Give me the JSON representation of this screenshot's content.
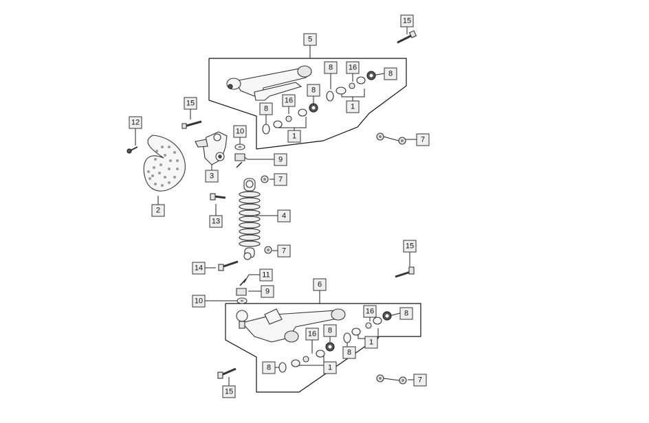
{
  "callouts": [
    {
      "id": "c15a",
      "label": "15"
    },
    {
      "id": "c5",
      "label": "5"
    },
    {
      "id": "c8a",
      "label": "8"
    },
    {
      "id": "c16a",
      "label": "16"
    },
    {
      "id": "c8b",
      "label": "8"
    },
    {
      "id": "c8c",
      "label": "8"
    },
    {
      "id": "c1a",
      "label": "1"
    },
    {
      "id": "c8d",
      "label": "8"
    },
    {
      "id": "c16b",
      "label": "16"
    },
    {
      "id": "c1b",
      "label": "1"
    },
    {
      "id": "c15b",
      "label": "15"
    },
    {
      "id": "c12",
      "label": "12"
    },
    {
      "id": "c10a",
      "label": "10"
    },
    {
      "id": "c9a",
      "label": "9"
    },
    {
      "id": "c3",
      "label": "3"
    },
    {
      "id": "c7a",
      "label": "7"
    },
    {
      "id": "c7b",
      "label": "7"
    },
    {
      "id": "c2",
      "label": "2"
    },
    {
      "id": "c13",
      "label": "13"
    },
    {
      "id": "c4",
      "label": "4"
    },
    {
      "id": "c7c",
      "label": "7"
    },
    {
      "id": "c15c",
      "label": "15"
    },
    {
      "id": "c14",
      "label": "14"
    },
    {
      "id": "c11",
      "label": "11"
    },
    {
      "id": "c9b",
      "label": "9"
    },
    {
      "id": "c10b",
      "label": "10"
    },
    {
      "id": "c6",
      "label": "6"
    },
    {
      "id": "c16c",
      "label": "16"
    },
    {
      "id": "c8e",
      "label": "8"
    },
    {
      "id": "c1c",
      "label": "1"
    },
    {
      "id": "c16d",
      "label": "16"
    },
    {
      "id": "c8f",
      "label": "8"
    },
    {
      "id": "c8g",
      "label": "8"
    },
    {
      "id": "c8h",
      "label": "8"
    },
    {
      "id": "c1d",
      "label": "1"
    },
    {
      "id": "c7d",
      "label": "7"
    },
    {
      "id": "c15d",
      "label": "15"
    }
  ]
}
